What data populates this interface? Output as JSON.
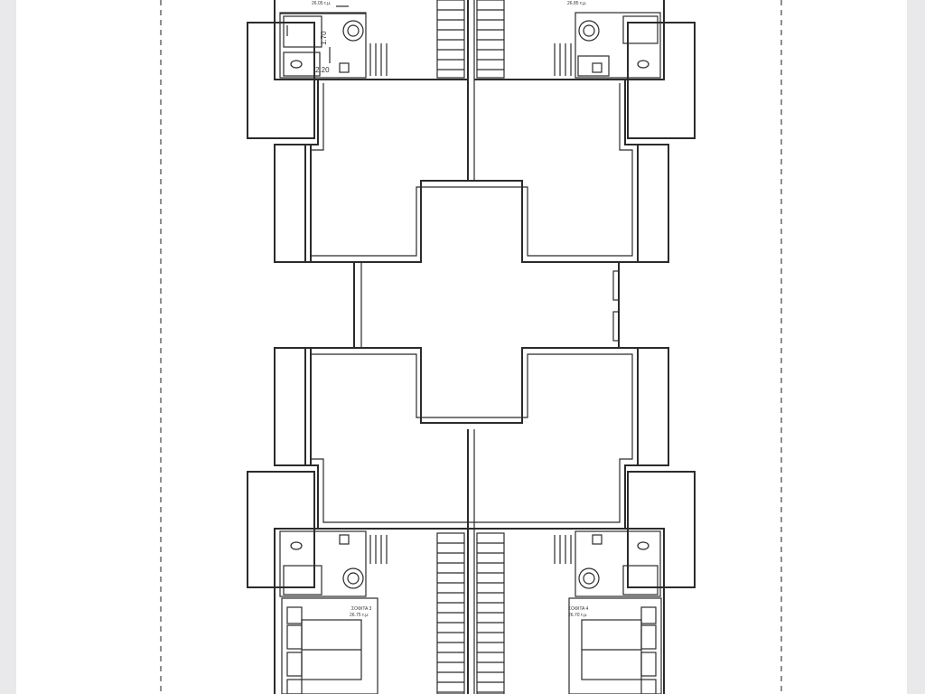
{
  "plan": {
    "rooms": [
      {
        "name": "",
        "area": "26.05 τ.μ."
      },
      {
        "name": "",
        "area": "26.85 τ.μ."
      },
      {
        "name": "ΣΟΦΙΤΑ 3",
        "area": "26.75 τ.μ."
      },
      {
        "name": "ΣΟΦΙΤΑ 4",
        "area": "26.70 τ.μ."
      }
    ],
    "dimensions": [
      "1.70",
      "2.20"
    ]
  }
}
